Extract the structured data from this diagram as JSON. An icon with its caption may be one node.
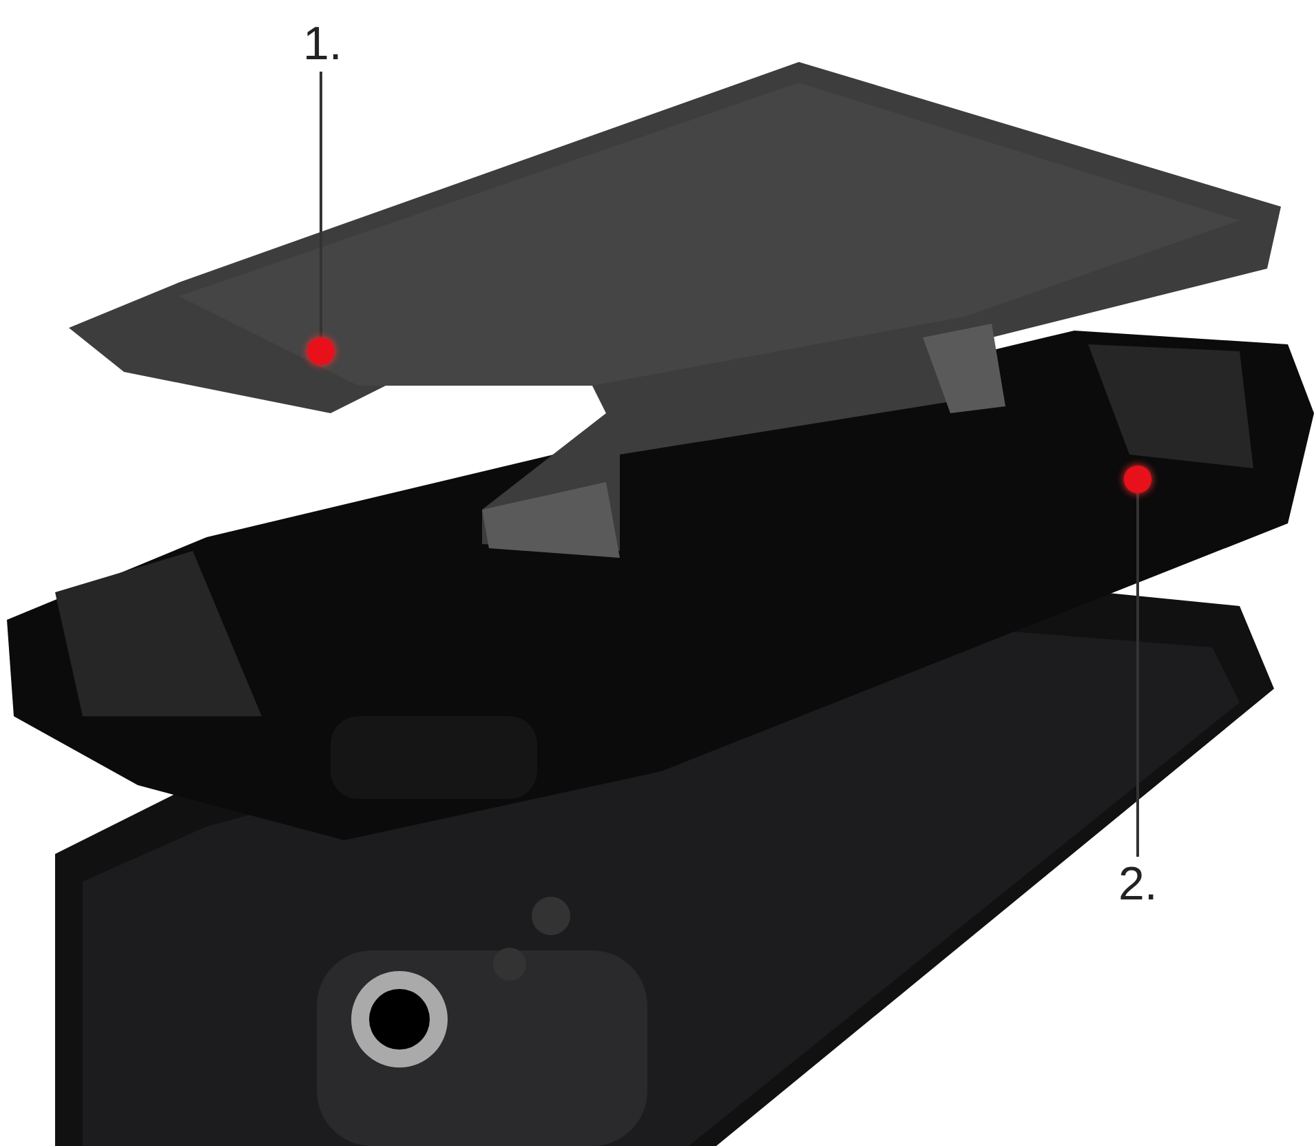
{
  "diagram": {
    "nodes": [
      {
        "text": [
          "1."
        ]
      },
      {
        "text": [],
        "shape": "circle"
      },
      {
        "text": [
          "2."
        ]
      },
      {
        "text": [],
        "shape": "circle"
      }
    ],
    "edges": [
      {
        "from": 0,
        "to": 1,
        "arrow": "none"
      },
      {
        "from": 2,
        "to": 3,
        "arrow": "none"
      }
    ]
  }
}
